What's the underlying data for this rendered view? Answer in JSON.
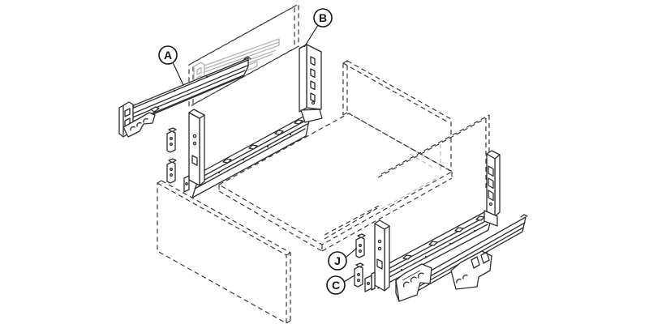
{
  "diagram": {
    "type": "exploded-assembly-diagram",
    "background_color": "#ffffff",
    "line_color": "#2e2e2e",
    "dashed_line_color": "#3a3a3a",
    "hidden_line_color": "#b0b0b0",
    "ghost_part_color": "#b6b6b6",
    "callout_color": "#141414",
    "callouts": [
      {
        "letter": "A",
        "part": "left-cabinet-rail"
      },
      {
        "letter": "B",
        "part": "left-side-panel-rear-bracket"
      },
      {
        "letter": "J",
        "part": "rear-fixing-clip-upper"
      },
      {
        "letter": "C",
        "part": "rear-fixing-clip-lower"
      }
    ],
    "parts": [
      "rear-panel-dashed",
      "ghost-cabinet-rail",
      "left-cabinet-rail",
      "drawer-back-panel-dashed",
      "right-rear-panel-dashed",
      "drawer-bottom-panel-dashed",
      "drawer-front-panel-dashed",
      "left-drawer-side-panel",
      "front-fixing-clip-upper",
      "front-fixing-clip-lower",
      "right-drawer-side-panel",
      "right-cabinet-rail",
      "rear-fixing-clip-upper",
      "rear-fixing-clip-lower"
    ]
  }
}
